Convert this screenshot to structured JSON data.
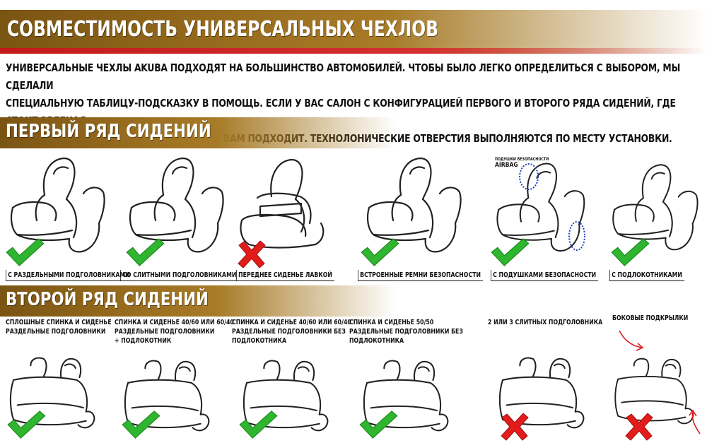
{
  "header": {
    "title": "СОВМЕСТИМОСТЬ УНИВЕРСАЛЬНЫХ ЧЕХЛОВ",
    "intro_lines": [
      "УНИВЕРСАЛЬНЫЕ ЧЕХЛЫ AKUBA ПОДХОДЯТ НА БОЛЬШИНСТВО АВТОМОБИЛЕЙ. ЧТОБЫ БЫЛО ЛЕГКО ОПРЕДЕЛИТЬСЯ С ВЫБОРОМ, МЫ СДЕЛАЛИ",
      "СПЕЦИАЛЬНУЮ ТАБЛИЦУ-ПОДСКАЗКУ В ПОМОЩЬ.  ЕСЛИ У ВАС САЛОН С КОНФИГУРАЦИЕЙ ПЕРВОГО И ВТОРОГО РЯДА СИДЕНИЙ, ГДЕ СТОИТ ЗЕЛЕНАЯ",
      "ГАЛОЧКА, ТО ДАННЫЙ КОМПЛЕКТ ЧЕХЛОВ ВАМ ПОДХОДИТ. ТЕХНОЛОНИЧЕСКИЕ ОТВЕРСТИЯ ВЫПОЛНЯЮТСЯ ПО МЕСТУ УСТАНОВКИ."
    ]
  },
  "colors": {
    "banner_brown": "#9a6e1f",
    "banner_red": "#c21a1a",
    "check_green": "#2fb52f",
    "cross_red": "#e21b1b",
    "airbag_blue": "#1f3fbf"
  },
  "row1": {
    "title": "ПЕРВЫЙ РЯД СИДЕНИЙ",
    "airbag_label_small": "ПОДУШКИ БЕЗОПАСНОСТИ",
    "airbag_label_big": "AIRBAG",
    "items": [
      {
        "label": "С РАЗДЕЛЬНЫМИ ПОДГОЛОВНИКАМИ",
        "compatible": true,
        "icon": "check-icon"
      },
      {
        "label": "СО СЛИТНЫМИ ПОДГОЛОВНИКАМИ",
        "compatible": true,
        "icon": "check-icon"
      },
      {
        "label": "ПЕРЕДНЕЕ СИДЕНЬЕ ЛАВКОЙ",
        "compatible": false,
        "icon": "cross-icon"
      },
      {
        "label": "ВСТРОЕННЫЕ РЕМНИ БЕЗОПАСНОСТИ",
        "compatible": true,
        "icon": "check-icon"
      },
      {
        "label": "С ПОДУШКАМИ БЕЗОПАСНОСТИ",
        "compatible": true,
        "icon": "check-icon"
      },
      {
        "label": "С ПОДЛОКОТНИКАМИ",
        "compatible": true,
        "icon": "check-icon"
      }
    ]
  },
  "row2": {
    "title": "ВТОРОЙ РЯД СИДЕНИЙ",
    "items": [
      {
        "label_lines": [
          "СПЛОШНЫЕ СПИНКА И СИДЕНЬЕ",
          "РАЗДЕЛЬНЫЕ ПОДГОЛОВНИКИ"
        ],
        "compatible": true,
        "icon": "check-icon"
      },
      {
        "label_lines": [
          "СПИНКА И СИДЕНЬЕ 40/60 ИЛИ 60/40",
          "РАЗДЕЛЬНЫЕ ПОДГОЛОВНИКИ",
          "+ ПОДЛОКОТНИК"
        ],
        "compatible": true,
        "icon": "check-icon"
      },
      {
        "label_lines": [
          "СПИНКА И СИДЕНЬЕ 40/60 ИЛИ 60/40",
          "РАЗДЕЛЬНЫЕ ПОДГОЛОВНИКИ БЕЗ",
          "ПОДЛОКОТНИКА"
        ],
        "compatible": true,
        "icon": "check-icon"
      },
      {
        "label_lines": [
          "СПИНКА И СИДЕНЬЕ 50/50",
          "РАЗДЕЛЬНЫЕ ПОДГОЛОВНИКИ БЕЗ",
          "ПОДЛОКОТНИКА"
        ],
        "compatible": true,
        "icon": "check-icon"
      },
      {
        "label_lines": [
          "2 ИЛИ 3 СЛИТНЫХ ПОДГОЛОВНИКА"
        ],
        "compatible": false,
        "icon": "cross-icon"
      },
      {
        "label_lines": [
          "БОКОВЫЕ ПОДКРЫЛКИ"
        ],
        "compatible": false,
        "icon": "cross-icon"
      }
    ]
  }
}
